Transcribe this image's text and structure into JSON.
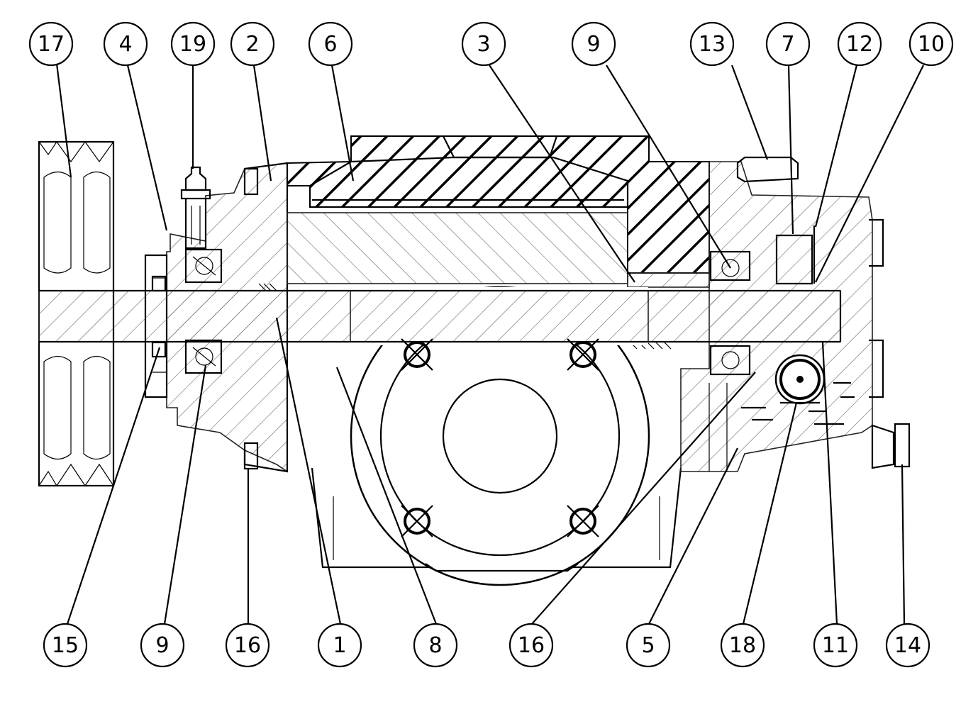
{
  "callouts_top": [
    "17",
    "4",
    "19",
    "2",
    "6",
    "3",
    "9",
    "13",
    "7",
    "12",
    "10"
  ],
  "callouts_bottom": [
    "15",
    "9",
    "16",
    "1",
    "8",
    "16",
    "5",
    "18",
    "11",
    "14"
  ],
  "colors": {
    "line": "#000000",
    "background": "#ffffff"
  }
}
